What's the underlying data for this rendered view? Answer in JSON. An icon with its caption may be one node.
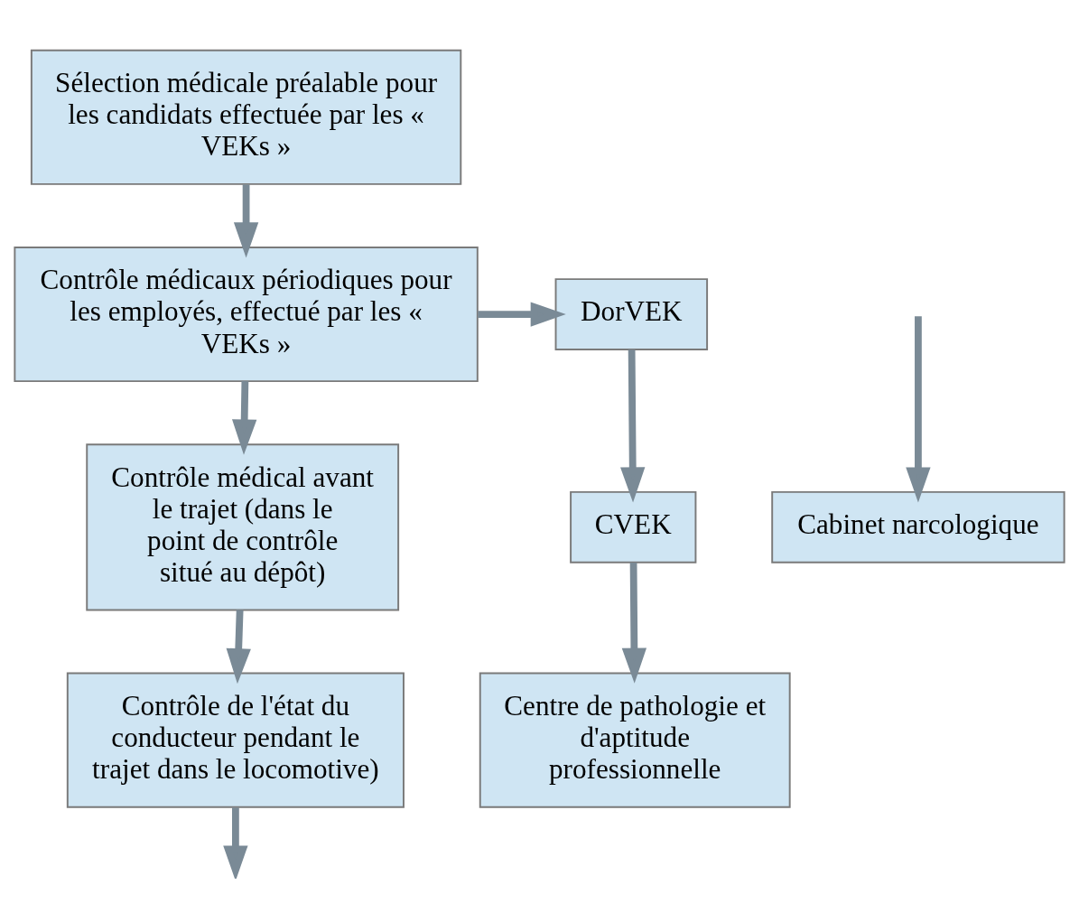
{
  "diagram": {
    "nodes": [
      {
        "text": [
          "Sélection médicale préalable pour les candidats effectuée par les « VEKs »"
        ]
      },
      {
        "text": [
          "Contrôle médicaux périodiques pour les employés, effectué par les « VEKs »"
        ]
      },
      {
        "text": [
          "DorVEK"
        ]
      },
      {
        "text": [
          "CVEK"
        ]
      },
      {
        "text": [
          "Cabinet narcologique"
        ]
      },
      {
        "text": [
          "Contrôle médical avant le trajet (dans le point de contrôle situé au dépôt)"
        ]
      },
      {
        "text": [
          "Centre de pathologie et d'aptitude professionnelle"
        ]
      },
      {
        "text": [
          "Contrôle de l'état du conducteur pendant le trajet dans le locomotive)"
        ]
      }
    ],
    "edges": [
      {
        "from": 0,
        "to": 1,
        "arrow": "to"
      },
      {
        "from": 1,
        "to": 2,
        "arrow": "to"
      },
      {
        "from": 2,
        "to": 3,
        "arrow": "to"
      },
      {
        "from": 3,
        "to": 6,
        "arrow": "to"
      },
      {
        "from": 1,
        "to": 5,
        "arrow": "to"
      },
      {
        "from": 5,
        "to": 7,
        "arrow": "to"
      },
      {
        "from": 7,
        "to": null,
        "arrow": "to"
      },
      {
        "from": null,
        "to": 4,
        "arrow": "to"
      }
    ]
  }
}
